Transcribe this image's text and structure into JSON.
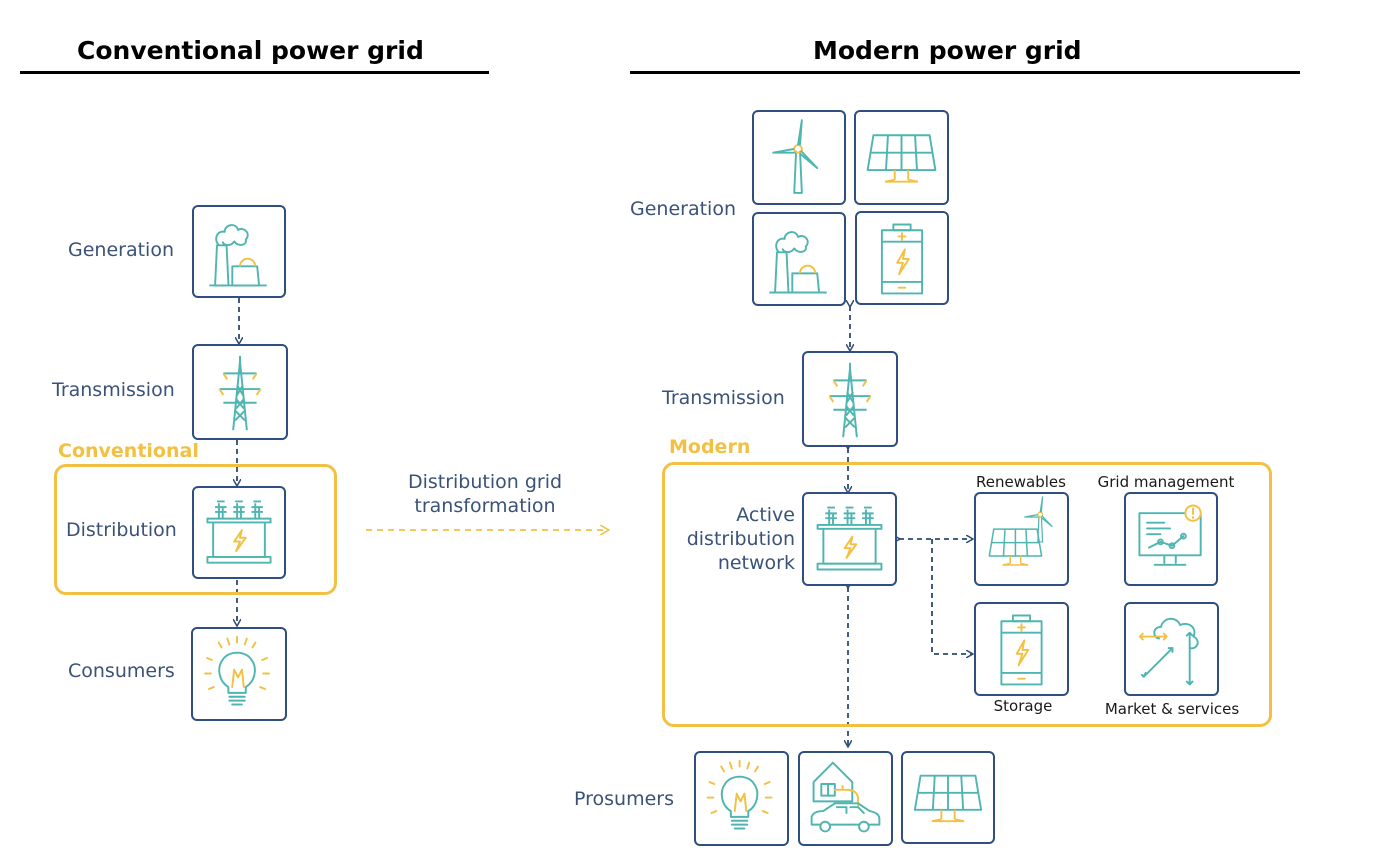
{
  "conventional": {
    "title": "Conventional power grid",
    "tag": "Conventional",
    "labels": {
      "generation": "Generation",
      "transmission": "Transmission",
      "distribution": "Distribution",
      "consumers": "Consumers"
    }
  },
  "transformation": {
    "line1": "Distribution grid",
    "line2": "transformation"
  },
  "modern": {
    "title": "Modern power grid",
    "tag": "Modern",
    "labels": {
      "generation": "Generation",
      "transmission": "Transmission",
      "active_line1": "Active",
      "active_line2": "distribution",
      "active_line3": "network",
      "prosumers": "Prosumers"
    },
    "components": {
      "renewables": "Renewables",
      "grid_management": "Grid management",
      "storage": "Storage",
      "market_services": "Market & services"
    }
  },
  "colors": {
    "teal": "#4fb5b0",
    "yellow": "#f2c042",
    "navy": "#2f4f80",
    "line": "#2d4a73"
  },
  "icons": [
    "power-plant-icon",
    "pylon-icon",
    "transformer-icon",
    "light-bulb-icon",
    "wind-turbine-icon",
    "solar-panel-icon",
    "battery-icon",
    "monitor-icon",
    "cloud-market-icon",
    "house-ev-icon"
  ]
}
